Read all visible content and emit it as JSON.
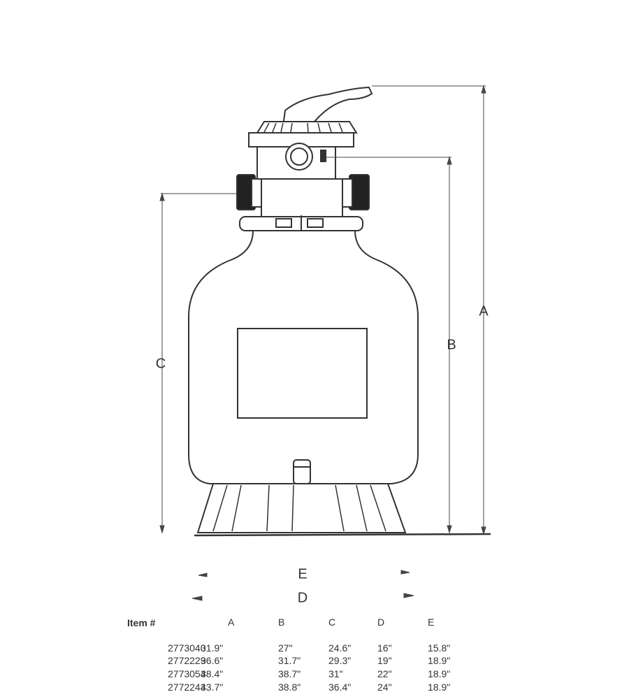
{
  "diagram": {
    "dimension_labels": {
      "A": "A",
      "B": "B",
      "C": "C",
      "D": "D",
      "E": "E"
    }
  },
  "table": {
    "item_header": "Item #",
    "columns": [
      "A",
      "B",
      "C",
      "D",
      "E"
    ],
    "rows": [
      {
        "item": "2773040",
        "values": [
          "31.9\"",
          "27\"",
          "24.6\"",
          "16\"",
          "15.8\""
        ]
      },
      {
        "item": "2772229",
        "values": [
          "36.6\"",
          "31.7\"",
          "29.3\"",
          "19\"",
          "18.9\""
        ]
      },
      {
        "item": "2773054",
        "values": [
          "38.4\"",
          "38.7\"",
          "31\"",
          "22\"",
          "18.9\""
        ]
      },
      {
        "item": "2772243",
        "values": [
          "43.7\"",
          "38.8\"",
          "36.4\"",
          "24\"",
          "18.9\""
        ]
      }
    ]
  }
}
